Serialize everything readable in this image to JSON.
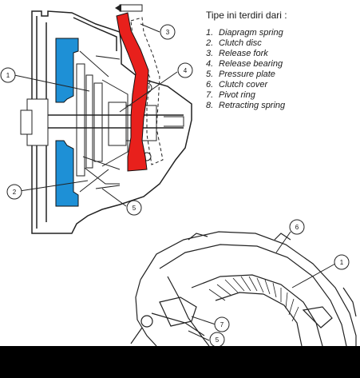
{
  "legend": {
    "title": "Tipe ini terdiri dari :",
    "items": [
      {
        "num": "1.",
        "label": "Diapragm spring"
      },
      {
        "num": "2.",
        "label": "Clutch disc"
      },
      {
        "num": "3.",
        "label": "Release fork"
      },
      {
        "num": "4.",
        "label": "Release bearing"
      },
      {
        "num": "5.",
        "label": "Pressure plate"
      },
      {
        "num": "6.",
        "label": "Clutch cover"
      },
      {
        "num": "7.",
        "label": "Pivot ring"
      },
      {
        "num": "8.",
        "label": "Retracting spring"
      }
    ]
  },
  "callouts_top": [
    "1",
    "2",
    "3",
    "4",
    "5"
  ],
  "callouts_bottom": [
    "6",
    "1",
    "7",
    "5"
  ],
  "colors": {
    "clutch_disc_highlight": "#1e90d6",
    "release_fork_highlight": "#e8201c",
    "line": "#222222",
    "bottom_bar": "#000000"
  }
}
